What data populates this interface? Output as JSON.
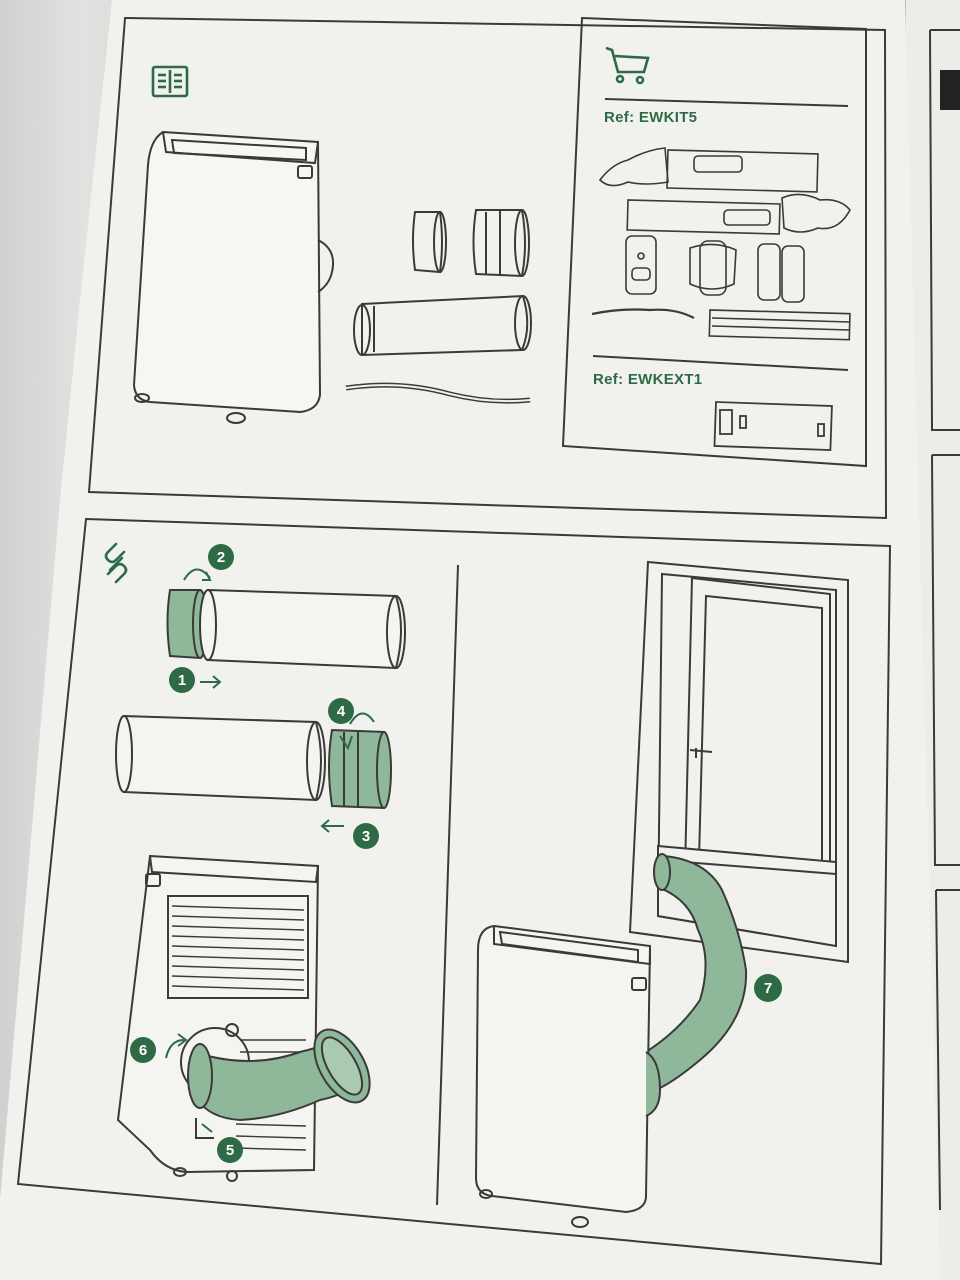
{
  "accessories": {
    "kit_ref": "Ref: EWKIT5",
    "ext_ref": "Ref: EWKEXT1"
  },
  "assembly": {
    "steps": [
      "1",
      "2",
      "3",
      "4",
      "5",
      "6",
      "7"
    ]
  },
  "colors": {
    "accent_green": "#8fb89a",
    "icon_green": "#2f6a46",
    "line": "#3a3a3a",
    "paper": "#f1f1ee"
  },
  "icons": {
    "contents_icon": "manual-list-icon",
    "shopping_icon": "shopping-cart-icon",
    "assembly_icon": "chain-link-icon"
  }
}
